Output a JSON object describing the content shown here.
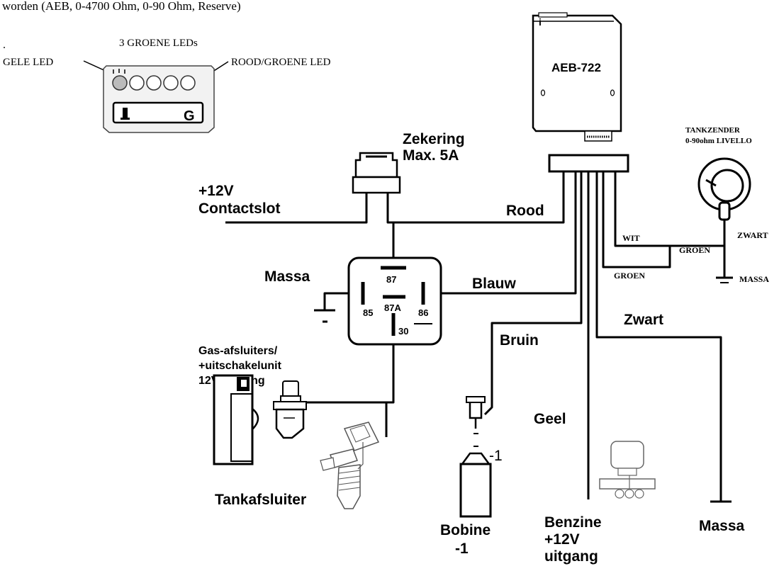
{
  "header": {
    "caption_fragment": "worden (AEB, 0-4700 Ohm, 0-90 Ohm, Reserve)"
  },
  "panel": {
    "dot": ".",
    "green_leds_label": "3 GROENE LEDs",
    "yellow_led_label": "GELE LED",
    "red_green_led_label": "ROOD/GROENE LED"
  },
  "module": {
    "model": "AEB-722"
  },
  "fuse": {
    "label_line1": "Zekering",
    "label_line2": "Max. 5A"
  },
  "ignition": {
    "label_line1": "+12V",
    "label_line2": "Contactslot"
  },
  "relay": {
    "pins": {
      "p87": "87",
      "p85": "85",
      "p87a": "87A",
      "p86": "86",
      "p30": "30"
    }
  },
  "wires": {
    "rood": "Rood",
    "blauw": "Blauw",
    "bruin": "Bruin",
    "zwart": "Zwart",
    "geel": "Geel",
    "wit": "WIT",
    "groen_top": "GROEN",
    "groen_bottom": "GROEN"
  },
  "ground_left": {
    "label": "Massa"
  },
  "valves": {
    "label_line1": "Gas-afsluiters/",
    "label_line2": "+uitschakelunit",
    "label_line3": "12V. uitgang"
  },
  "tank_valve": {
    "label": "Tankafsluiter"
  },
  "tank_sender": {
    "label_line1": "TANKZENDER",
    "label_line2": "0-90ohm LIVELLO",
    "wire_zwart": "ZWART",
    "ground": "MASSA"
  },
  "coil": {
    "pin": "-1",
    "label_line1": "Bobine",
    "label_line2": "-1"
  },
  "petrol": {
    "label_line1": "Benzine",
    "label_line2": "+12V",
    "label_line3": "uitgang"
  },
  "ground_right": {
    "label": "Massa"
  }
}
